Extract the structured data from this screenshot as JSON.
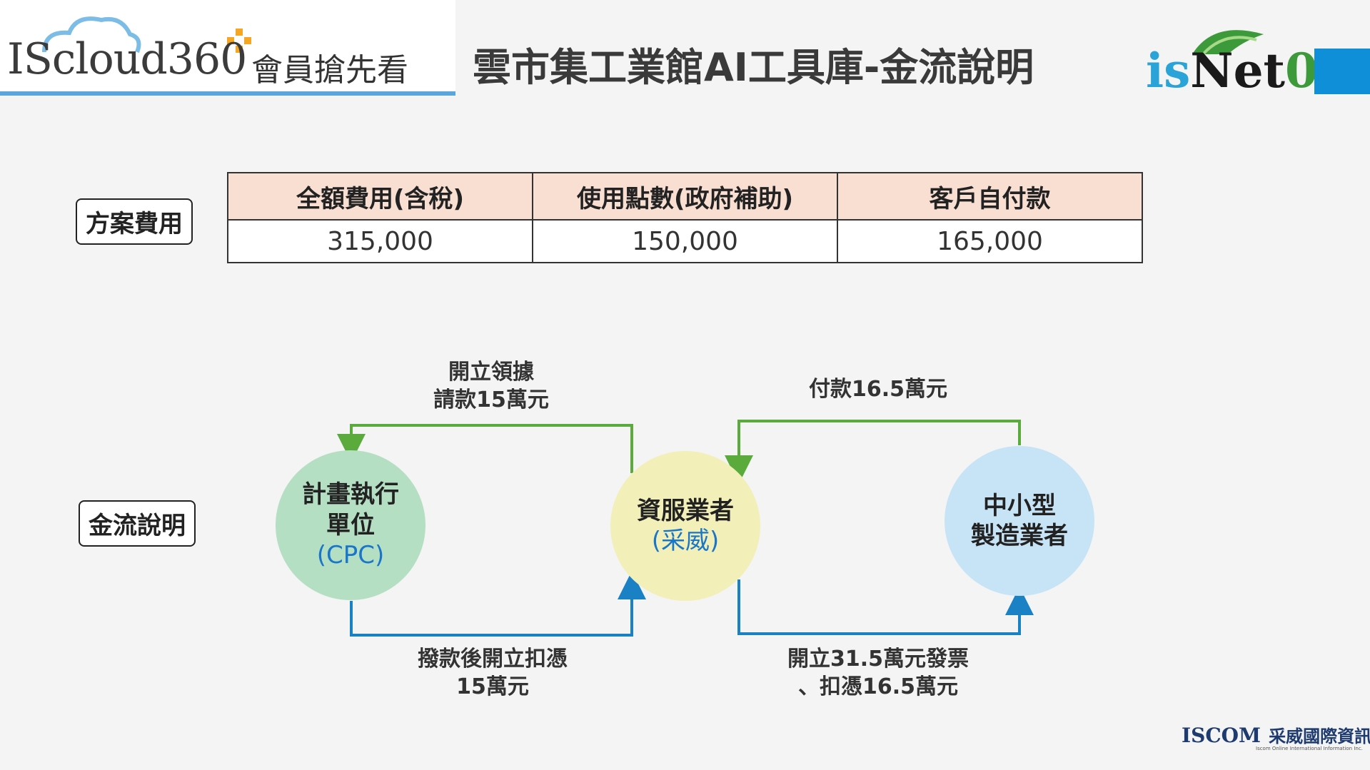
{
  "header": {
    "brand": "IScloud360",
    "brand_tagline": "會員搶先看",
    "title": "雲市集工業館AI工具庫-金流說明",
    "partner_logo": "isNet0"
  },
  "fees": {
    "section_label": "方案費用",
    "columns": [
      "全額費用(含稅)",
      "使用點數(政府補助)",
      "客戶自付款"
    ],
    "values": [
      "315,000",
      "150,000",
      "165,000"
    ]
  },
  "flow": {
    "section_label": "金流說明",
    "nodes": {
      "cpc": {
        "line1": "計畫執行",
        "line2": "單位",
        "line3": "(CPC)"
      },
      "vendor": {
        "line1": "資服業者",
        "line2": "(采威)"
      },
      "sme": {
        "line1": "中小型",
        "line2": "製造業者"
      }
    },
    "labels": {
      "receipt_line1": "開立領據",
      "receipt_line2": "請款15萬元",
      "payment": "付款16.5萬元",
      "disburse_line1": "撥款後開立扣憑",
      "disburse_line2": "15萬元",
      "invoice_line1": "開立31.5萬元發票",
      "invoice_line2": "、扣憑16.5萬元"
    },
    "colors": {
      "green": "#5aab3c",
      "blue": "#1a82c4"
    }
  },
  "footer": {
    "company_en": "ISCOM",
    "company_zh": "采威國際資訊",
    "company_full": "Iscom Online International Information Inc."
  }
}
